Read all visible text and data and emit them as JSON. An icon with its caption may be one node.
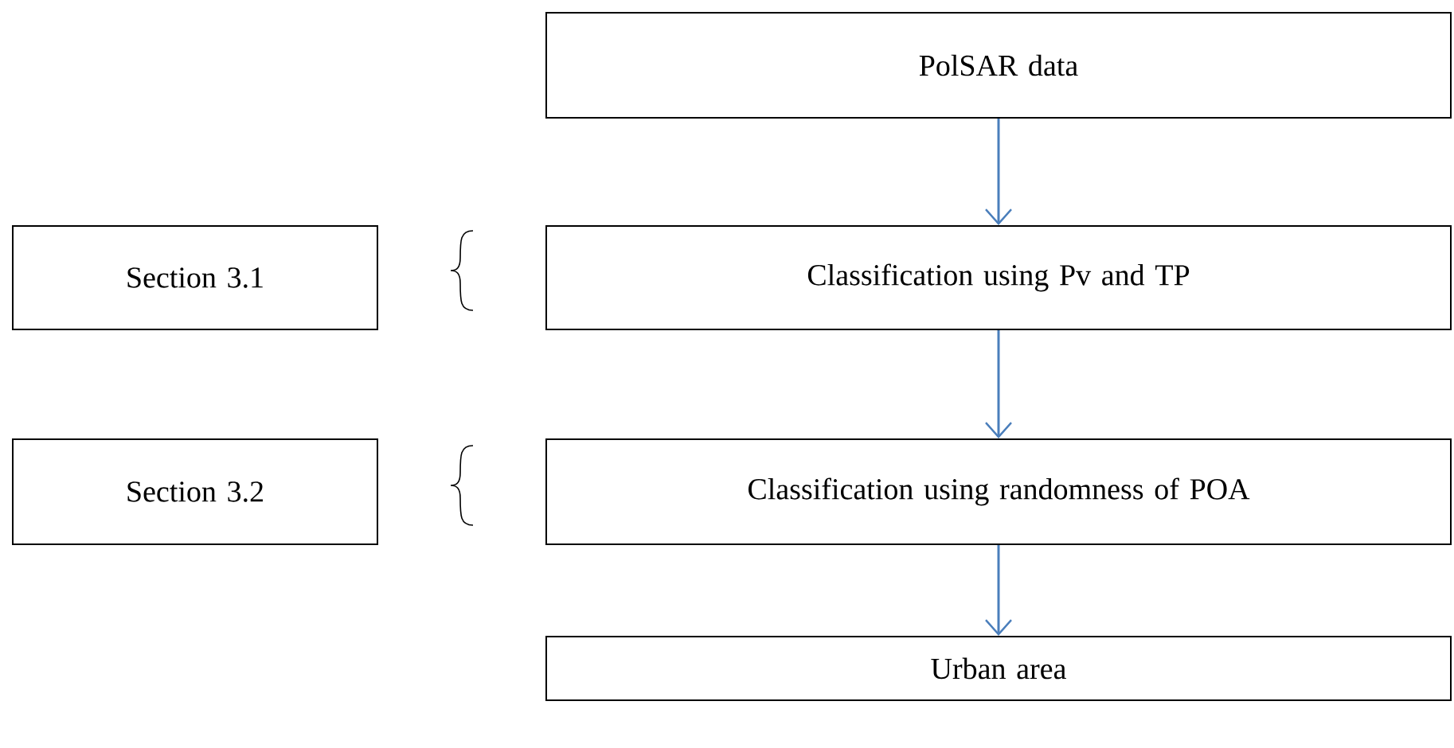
{
  "diagram": {
    "nodes": [
      {
        "text": [
          "PolSAR data"
        ]
      },
      {
        "text": [
          "Section 3.1"
        ]
      },
      {
        "text": [
          "Classification using Pv and TP"
        ]
      },
      {
        "text": [
          "Section 3.2"
        ]
      },
      {
        "text": [
          "Classification using randomness of POA"
        ]
      },
      {
        "text": [
          "Urban area"
        ]
      }
    ],
    "edges": [
      {
        "from": 0,
        "to": 2,
        "arrow": "to"
      },
      {
        "from": 2,
        "to": 4,
        "arrow": "to"
      },
      {
        "from": 4,
        "to": 5,
        "arrow": "to"
      }
    ]
  }
}
